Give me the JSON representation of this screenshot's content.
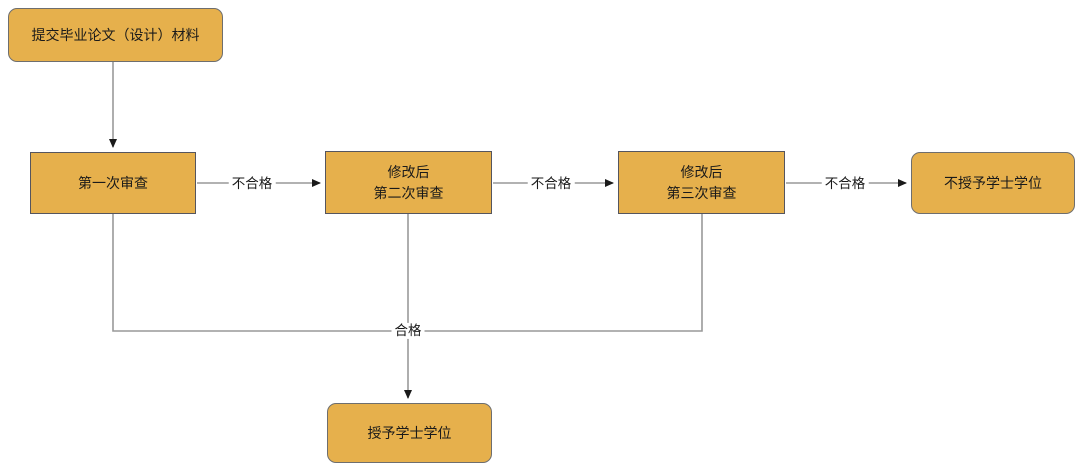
{
  "flowchart": {
    "title_hint": "bachelor-degree thesis review process",
    "nodes": {
      "submit": {
        "label": "提交毕业论文（设计）材料",
        "shape": "rounded"
      },
      "review1": {
        "label": "第一次审查",
        "shape": "rectangle"
      },
      "review2": {
        "label": "修改后\n第二次审查",
        "shape": "rectangle"
      },
      "review3": {
        "label": "修改后\n第三次审查",
        "shape": "rectangle"
      },
      "no_degree": {
        "label": "不授予学士学位",
        "shape": "rounded"
      },
      "degree": {
        "label": "授予学士学位",
        "shape": "rounded"
      }
    },
    "edge_labels": {
      "fail1": "不合格",
      "fail2": "不合格",
      "fail3": "不合格",
      "pass": "合格"
    },
    "colors": {
      "node_fill": "#e6b04c",
      "rect_border": "#55555e",
      "round_border": "#6e6e6e",
      "connector": "#999999",
      "arrowhead": "#1a1a1a",
      "text": "#1a1a1a",
      "background": "#ffffff"
    }
  }
}
